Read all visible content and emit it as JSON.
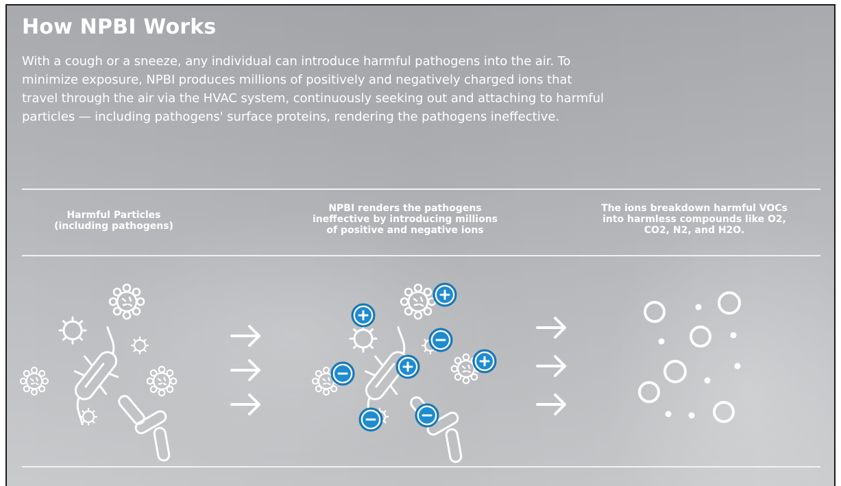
{
  "header": {
    "title": "How NPBI Works",
    "intro_lines": [
      "With a cough or a sneeze, any individual can introduce harmful pathogens into the air. To",
      "minimize exposure, NPBI produces millions of positively and negatively charged ions that",
      "travel through the air via the HVAC system, continuously seeking out and attaching to harmful",
      "particles — including pathogens' surface proteins, rendering the pathogens ineffective."
    ]
  },
  "steps": [
    {
      "lines": [
        "Harmful Particles",
        "(including pathogens)"
      ],
      "icons": [
        "virus-icon",
        "bacterium-icon",
        "rod-bacterium-icon"
      ]
    },
    {
      "lines": [
        "NPBI renders the pathogens",
        "ineffective by introducing millions",
        "of positive and negative ions"
      ],
      "icons": [
        "virus-icon",
        "bacterium-icon",
        "rod-bacterium-icon",
        "positive-ion-icon",
        "negative-ion-icon"
      ]
    },
    {
      "lines": [
        "The ions breakdown harmful VOCs",
        "into harmless compounds like O2,",
        "CO2, N2, and H2O."
      ],
      "icons": [
        "harmless-compound-icon"
      ]
    }
  ],
  "ions": {
    "positive": "+",
    "negative": "−"
  },
  "colors": {
    "background": "#b3b4b7",
    "text": "#ffffff",
    "ion_fill": "#1e8ccf",
    "ion_ring": "#1378b8"
  }
}
